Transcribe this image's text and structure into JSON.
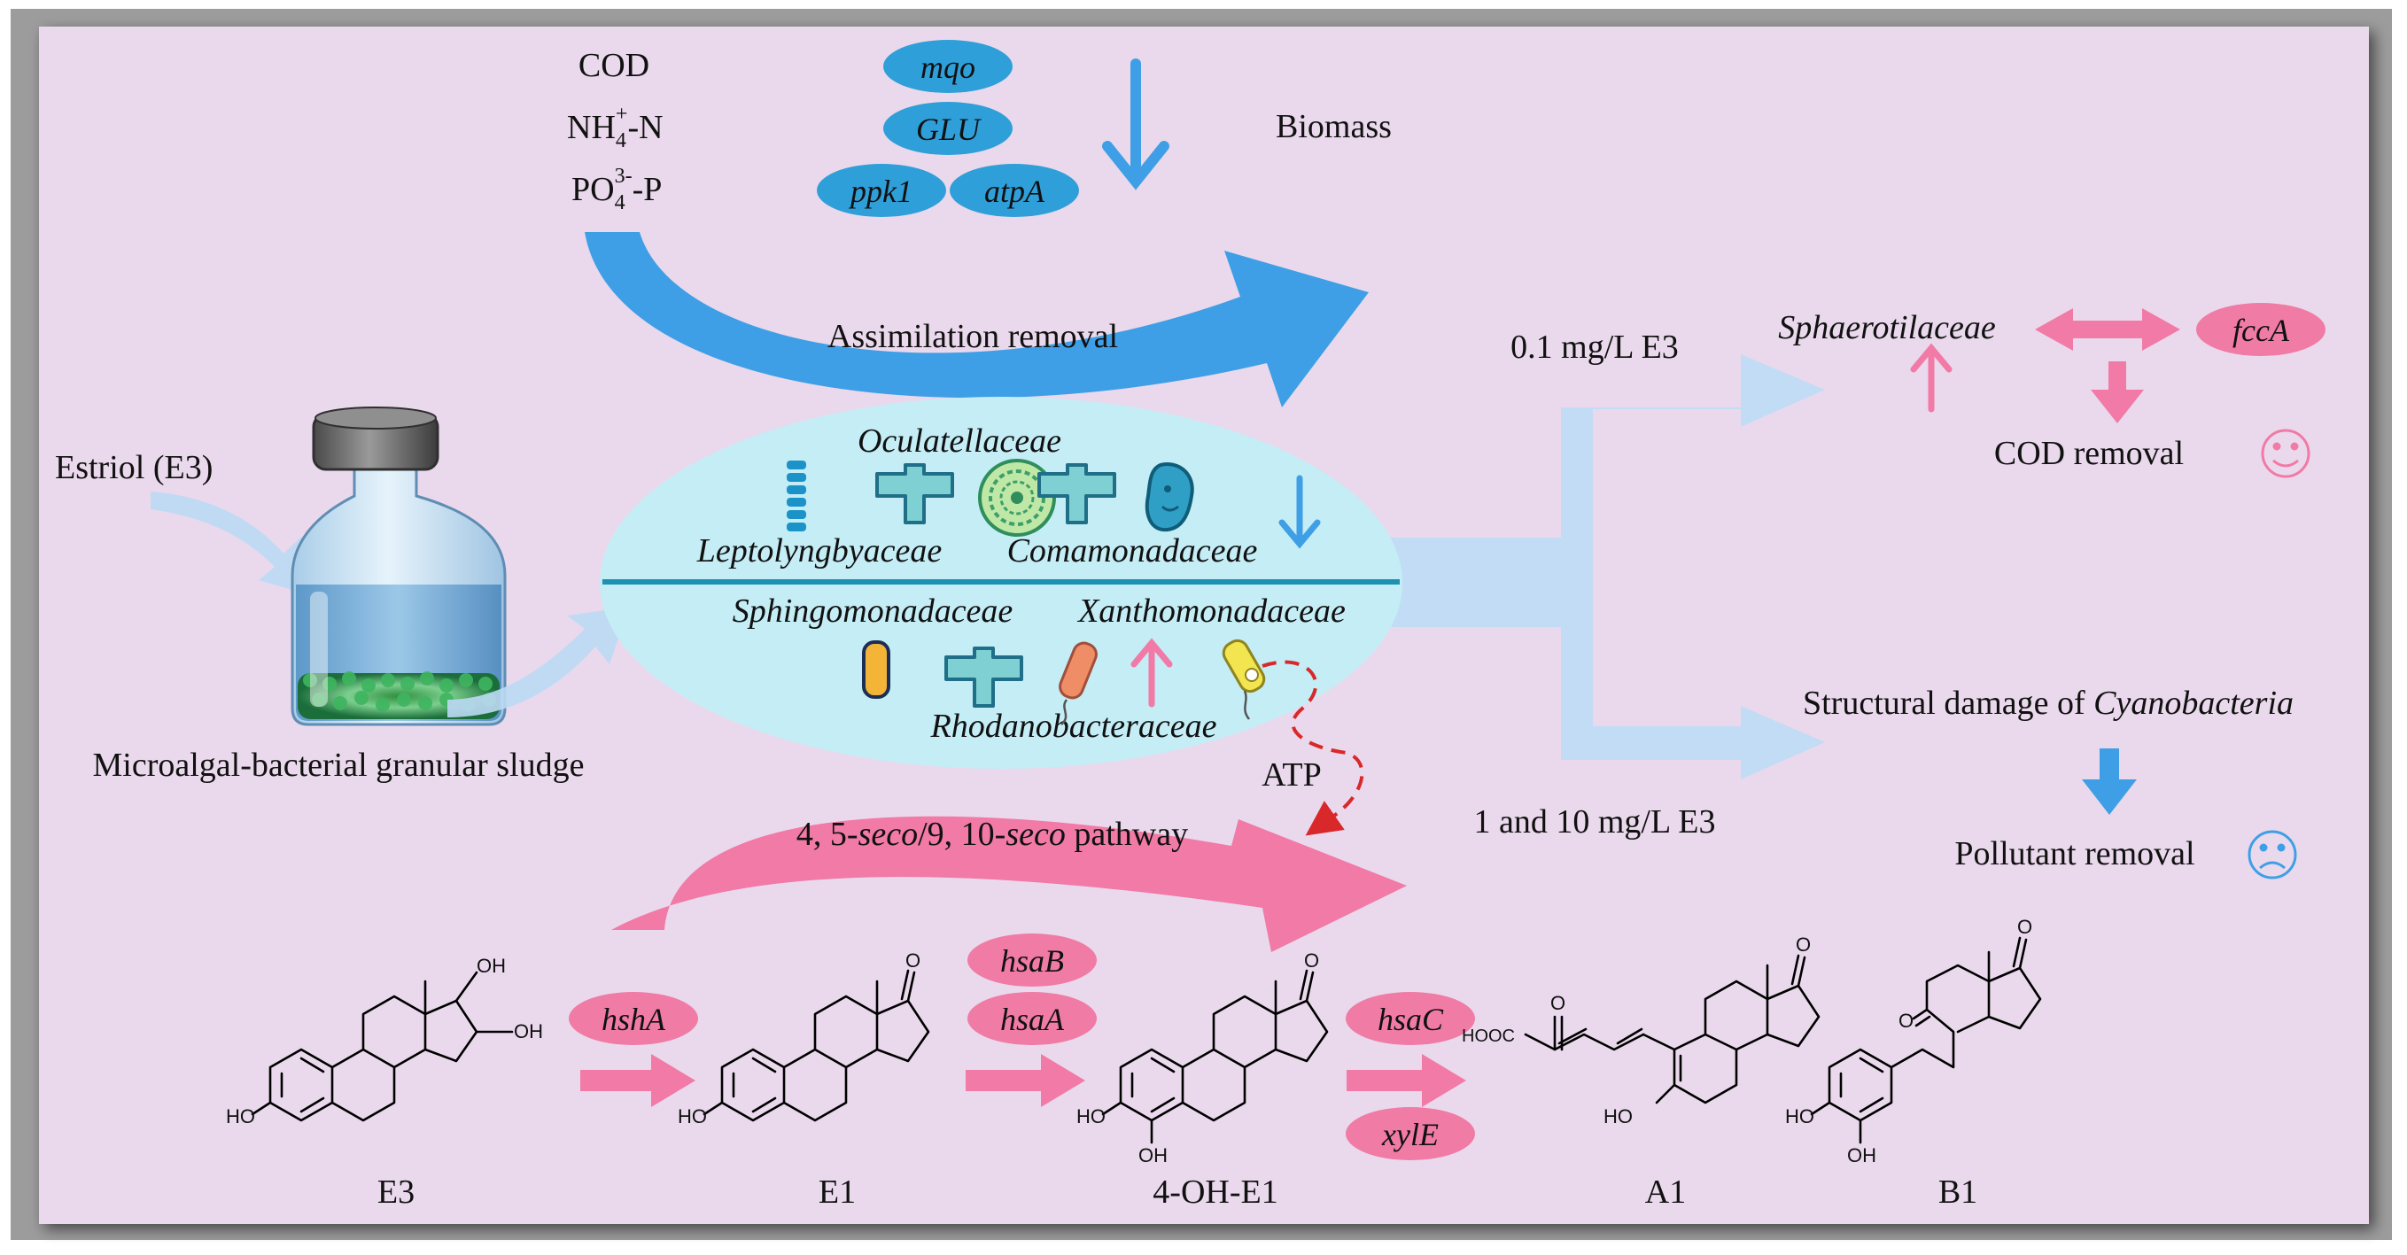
{
  "inputs": {
    "cod": "COD",
    "nh4_base": "NH",
    "nh4_sub": "4",
    "nh4_sup": "+",
    "nh4_tail": "-N",
    "po4_base": "PO",
    "po4_sub": "4",
    "po4_sup": "3-",
    "po4_tail": "-P"
  },
  "genes_top": [
    "mqo",
    "GLU",
    "ppk1",
    "atpA"
  ],
  "biomass_label": "Biomass",
  "assimilation_label": "Assimilation removal",
  "estriol_label": "Estriol (E3)",
  "sludge_label": "Microalgal-bacterial granular sludge",
  "community": {
    "top_families": [
      "Oculatellaceae",
      "Leptolyngbyaceae",
      "Comamonadaceae"
    ],
    "bottom_families": [
      "Sphingomonadaceae",
      "Xanthomonadaceae",
      "Rhodanobacteraceae"
    ]
  },
  "atp_label": "ATP",
  "pathway_prefix": "4, 5-",
  "pathway_seco1": "seco",
  "pathway_mid": "/9, 10-",
  "pathway_seco2": "seco",
  "pathway_suffix": " pathway",
  "low_dose_label": "0.1 mg/L E3",
  "high_dose_label": "1 and 10 mg/L E3",
  "sphaerotilaceae_label": "Sphaerotilaceae",
  "fcca_label": "fccA",
  "cod_removal_label": "COD removal",
  "structural_damage_prefix": "Structural damage of ",
  "structural_damage_taxon": "Cyanobacteria",
  "pollutant_removal_label": "Pollutant removal",
  "pathway_genes": {
    "e3_e1": "hshA",
    "e1_oh_top": "hsaB",
    "e1_oh_bottom": "hsaA",
    "oh_a1_top": "hsaC",
    "oh_a1_bottom": "xylE"
  },
  "compounds": [
    "E3",
    "E1",
    "4-OH-E1",
    "A1",
    "B1"
  ],
  "atom_labels": {
    "oh": "OH",
    "ho": "HO",
    "o": "O",
    "hooc": "HOOC"
  },
  "colors": {
    "background": "#ead9ec",
    "blue_arrow": "#3f9fe6",
    "pink_arrow": "#f17aa6",
    "gene_blue": "#2f9fd9",
    "gene_pink": "#f07ba5",
    "community_oval": "#c4edf6",
    "branch_arrow": "#c2dcf5",
    "divider": "#1c92b0"
  },
  "icons": [
    "happy-face-icon",
    "sad-face-icon",
    "filament-bacteria-icon",
    "plus-icon",
    "algae-cell-icon",
    "bacillus-icon",
    "rod-bacteria-icon",
    "flagellated-bacteria-icon",
    "down-arrow-icon",
    "up-arrow-icon"
  ]
}
